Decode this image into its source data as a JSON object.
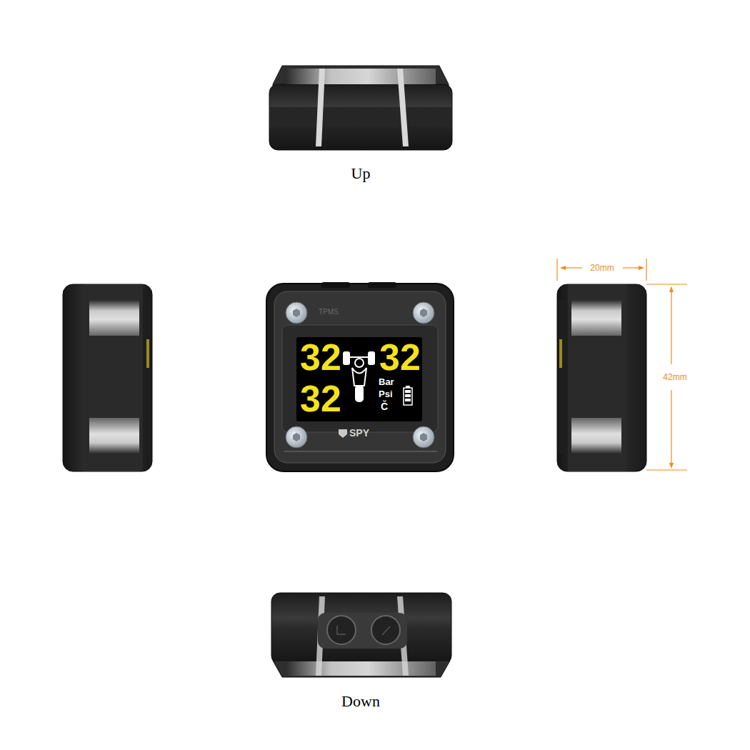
{
  "diagram": {
    "labels": [
      "Up",
      "32",
      "32",
      "32",
      "Bar",
      "Psi",
      "Č",
      "SPY",
      "TPMS",
      "20mm",
      "42mm",
      "Down"
    ]
  }
}
